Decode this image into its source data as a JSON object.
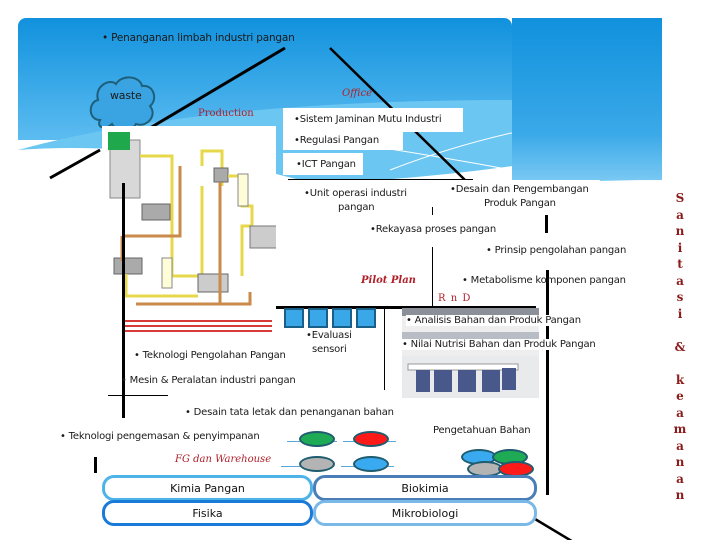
{
  "top": {
    "waste_handling": "• Penanganan limbah industri pangan",
    "cloud_label": "waste"
  },
  "zones": {
    "production": "Production",
    "office": "Office",
    "pilot_plan": "Pilot Plan",
    "rnd": "R n D",
    "fg_warehouse": "FG dan Warehouse"
  },
  "office_items": [
    "•Sistem  Jaminan Mutu Industri",
    "•Regulasi Pangan",
    "•ICT Pangan"
  ],
  "pilot_items": {
    "unit_operasi_line1": "•Unit operasi industri",
    "unit_operasi_line2": "pangan",
    "desain_line1": "•Desain dan Pengembangan",
    "desain_line2": "Produk Pangan",
    "rekayasa": "•Rekayasa proses pangan",
    "prinsip": "• Prinsip pengolahan pangan",
    "metabolisme": "• Metabolisme komponen pangan"
  },
  "rnd_items": {
    "analisis": "• Analisis Bahan dan Produk Pangan",
    "nilai_nutrisi": "• Nilai Nutrisi Bahan dan Produk Pangan"
  },
  "production_items": {
    "evaluasi_line1": "•Evaluasi",
    "evaluasi_line2": "sensori",
    "teknologi_pengolahan": "• Teknologi Pengolahan Pangan",
    "mesin": "• Mesin & Peralatan industri pangan",
    "desain_tata": "• Desain tata letak dan penanganan bahan",
    "teknologi_pengemasan": "• Teknologi pengemasan & penyimpanan",
    "pengetahuan_bahan": "Pengetahuan Bahan"
  },
  "foundation": {
    "kimia_pangan": "Kimia Pangan",
    "fisika": "Fisika",
    "biokimia": "Biokimia",
    "mikrobiologi": "Mikrobiologi"
  },
  "side_label": [
    "S",
    "a",
    "n",
    "i",
    "t",
    "a",
    "s",
    "i",
    "",
    "&",
    "",
    "k",
    "e",
    "a",
    "m",
    "a",
    "n",
    "a",
    "n"
  ],
  "colors": {
    "banner_top": "#1191dd",
    "zone_label_red": "#b0202a",
    "side_label": "#8b1a1a",
    "oval_green": "#1faa55",
    "oval_red": "#ff1a1a",
    "oval_gray": "#b4b4b4",
    "oval_blue": "#3aaaf0"
  }
}
